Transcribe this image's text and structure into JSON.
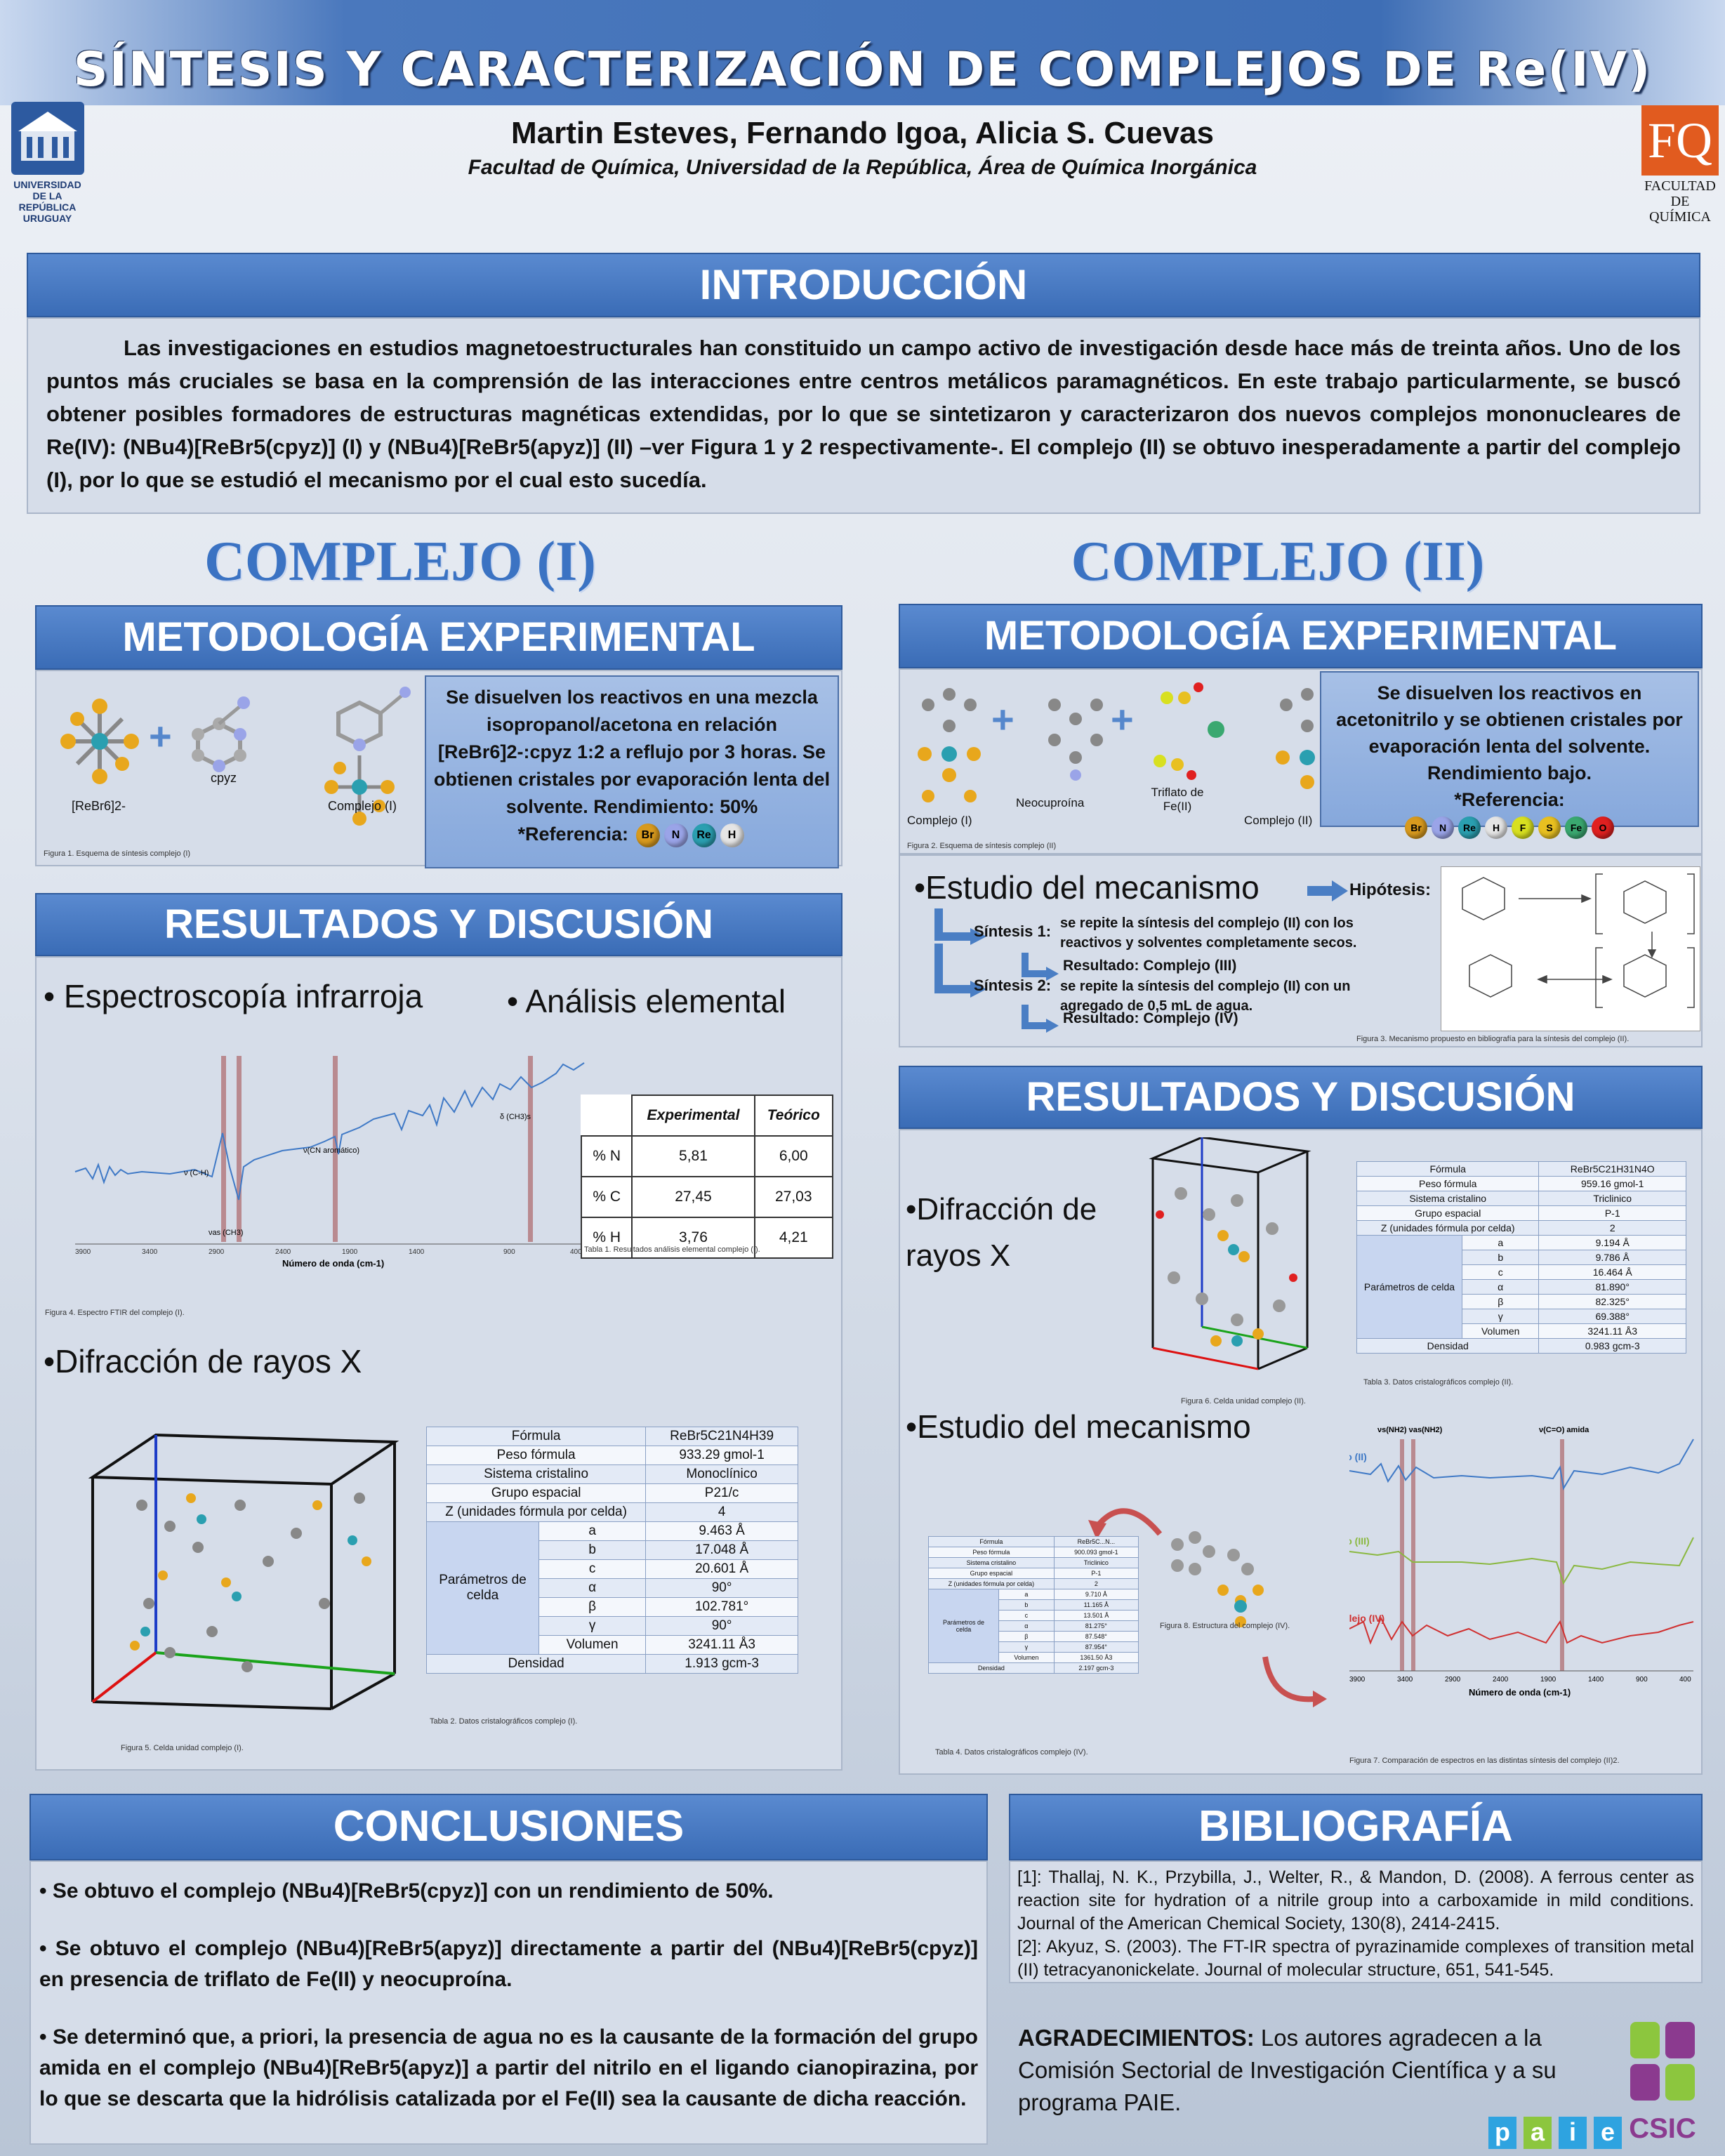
{
  "header": {
    "title": "SÍNTESIS Y CARACTERIZACIÓN DE COMPLEJOS DE Re(IV)",
    "authors": "Martin Esteves, Fernando Igoa, Alicia S. Cuevas",
    "affiliation": "Facultad de Química, Universidad de la República, Área de Química Inorgánica",
    "logo_left": "UNIVERSIDAD DE LA REPÚBLICA URUGUAY",
    "logo_right_mark": "FQ",
    "logo_right": "FACULTAD DE QUÍMICA"
  },
  "intro": {
    "title": "INTRODUCCIÓN",
    "text": "Las investigaciones en estudios magnetoestructurales han constituido un campo activo de investigación desde hace más de treinta años. Uno de los puntos más cruciales se basa en la comprensión de las interacciones entre centros metálicos paramagnéticos. En este trabajo particularmente, se buscó obtener posibles formadores de estructuras magnéticas extendidas, por lo que se sintetizaron y caracterizaron dos nuevos complejos mononucleares de Re(IV): (NBu4)[ReBr5(cpyz)] (I) y (NBu4)[ReBr5(apyz)] (II) –ver Figura 1 y 2 respectivamente-. El complejo (II) se obtuvo inesperadamente a partir del complejo (I), por lo que se estudió el mecanismo por el cual esto sucedía."
  },
  "c1": {
    "heading": "COMPLEJO (I)",
    "met_title": "METODOLOGÍA EXPERIMENTAL",
    "labels": [
      "[ReBr6]2-",
      "cpyz",
      "Complejo (I)"
    ],
    "method": "Se disuelven los reactivos en una mezcla isopropanol/acetona en relación [ReBr6]2-:cpyz 1:2 a reflujo por 3 horas. Se obtienen cristales por evaporación lenta del solvente. Rendimiento: 50%",
    "ref_label": "*Referencia:",
    "fig1": "Figura 1. Esquema de síntesis complejo (I)",
    "res_title": "RESULTADOS Y DISCUSIÓN",
    "ir": "• Espectroscopía infrarroja",
    "ea": "• Análisis elemental",
    "xrd": "•Difracción de rayos X",
    "fig4": "Figura 4. Espectro FTIR del complejo (I).",
    "fig5": "Figura 5. Celda unidad complejo (I).",
    "tab1": "Tabla 1. Resultados análisis elemental complejo (I).",
    "tab2": "Tabla 2. Datos cristalográficos complejo (I).",
    "ir_xlabel": "Número de onda (cm-1)",
    "ir_ticks": [
      "3900",
      "3400",
      "2900",
      "2400",
      "1900",
      "1400",
      "900",
      "400"
    ],
    "ir_ann": [
      "ν (C-H)",
      "νas (CH3)",
      "ν(CN aromático)",
      "δ (CH3)s"
    ]
  },
  "c2": {
    "heading": "COMPLEJO (II)",
    "met_title": "METODOLOGÍA EXPERIMENTAL",
    "labels": [
      "Complejo (I)",
      "Neocuproína",
      "Triflato de Fe(II)",
      "Complejo (II)"
    ],
    "method": "Se disuelven los reactivos en acetonitrilo y se obtienen cristales por evaporación lenta del solvente. Rendimiento bajo.",
    "ref_label": "*Referencia:",
    "fig2": "Figura 2. Esquema de síntesis complejo (II)",
    "mech_title": "•Estudio del mecanismo",
    "hyp": "Hipótesis:",
    "s1": "Síntesis 1:",
    "s1t": "se repite la síntesis del complejo (II) con los reactivos y solventes completamente secos.",
    "r1": "Resultado: Complejo (III)",
    "s2": "Síntesis 2:",
    "s2t": "se repite la síntesis del complejo (II) con un agregado de 0,5 mL de agua.",
    "r2": "Resultado: Complejo (IV)",
    "fig3": "Figura 3. Mecanismo propuesto en bibliografía para la síntesis del complejo (II).",
    "res_title": "RESULTADOS Y DISCUSIÓN",
    "xrd": "•Difracción de rayos X",
    "mech2": "•Estudio del mecanismo",
    "fig6": "Figura 6. Celda unidad complejo (II).",
    "tab3": "Tabla 3. Datos cristalográficos complejo (II).",
    "fig8": "Figura 8. Estructura del complejo (IV).",
    "tab4": "Tabla 4. Datos cristalográficos complejo (IV).",
    "fig7": "Figura 7. Comparación de espectros en las distintas síntesis del complejo (II)2.",
    "spec_labels": [
      "Complejo (II)",
      "Complejo (III)",
      "Complejo (IV)"
    ],
    "spec_ann": [
      "νs(NH2) νas(NH2)",
      "ν(C=O) amida"
    ],
    "ir_xlabel": "Número de onda (cm-1)",
    "ir_ticks": [
      "3900",
      "3400",
      "2900",
      "2400",
      "1900",
      "1400",
      "900",
      "400"
    ]
  },
  "elements1": [
    {
      "s": "Br",
      "c": "#d89a1e"
    },
    {
      "s": "N",
      "c": "#9aa4e8"
    },
    {
      "s": "Re",
      "c": "#2a9fb0"
    },
    {
      "s": "H",
      "c": "#e5e5e5"
    }
  ],
  "elements2": [
    {
      "s": "Br",
      "c": "#d89a1e"
    },
    {
      "s": "N",
      "c": "#9aa4e8"
    },
    {
      "s": "Re",
      "c": "#2a9fb0"
    },
    {
      "s": "H",
      "c": "#e5e5e5"
    },
    {
      "s": "F",
      "c": "#d8e020"
    },
    {
      "s": "S",
      "c": "#e8c020"
    },
    {
      "s": "Fe",
      "c": "#3aa870"
    },
    {
      "s": "O",
      "c": "#e02020"
    }
  ],
  "table1": {
    "headers": [
      "",
      "Experimental",
      "Teórico"
    ],
    "rows": [
      [
        "% N",
        "5,81",
        "6,00"
      ],
      [
        "% C",
        "27,45",
        "27,03"
      ],
      [
        "% H",
        "3,76",
        "4,21"
      ]
    ]
  },
  "table2": {
    "rows": [
      [
        "Fórmula",
        "ReBr5C21N4H39"
      ],
      [
        "Peso fórmula",
        "933.29 gmol-1"
      ],
      [
        "Sistema cristalino",
        "Monoclínico"
      ],
      [
        "Grupo espacial",
        "P21/c"
      ],
      [
        "Z (unidades fórmula por celda)",
        "4"
      ]
    ],
    "cell_label": "Parámetros de celda",
    "cell": [
      [
        "a",
        "9.463 Å"
      ],
      [
        "b",
        "17.048 Å"
      ],
      [
        "c",
        "20.601 Å"
      ],
      [
        "α",
        "90°"
      ],
      [
        "β",
        "102.781°"
      ],
      [
        "γ",
        "90°"
      ],
      [
        "Volumen",
        "3241.11 Å3"
      ]
    ],
    "density": [
      "Densidad",
      "1.913 gcm-3"
    ]
  },
  "table3": {
    "rows": [
      [
        "Fórmula",
        "ReBr5C21H31N4O"
      ],
      [
        "Peso fórmula",
        "959.16 gmol-1"
      ],
      [
        "Sistema cristalino",
        "Triclinico"
      ],
      [
        "Grupo espacial",
        "P-1"
      ],
      [
        "Z (unidades fórmula por celda)",
        "2"
      ]
    ],
    "cell_label": "Parámetros de celda",
    "cell": [
      [
        "a",
        "9.194 Å"
      ],
      [
        "b",
        "9.786 Å"
      ],
      [
        "c",
        "16.464 Å"
      ],
      [
        "α",
        "81.890°"
      ],
      [
        "β",
        "82.325°"
      ],
      [
        "γ",
        "69.388°"
      ],
      [
        "Volumen",
        "3241.11 Å3"
      ]
    ],
    "density": [
      "Densidad",
      "0.983 gcm-3"
    ]
  },
  "table4": {
    "rows": [
      [
        "Fórmula",
        "ReBr5C...N..."
      ],
      [
        "Peso fórmula",
        "900.093 gmol-1"
      ],
      [
        "Sistema cristalino",
        "Triclinico"
      ],
      [
        "Grupo espacial",
        "P-1"
      ],
      [
        "Z (unidades fórmula por celda)",
        "2"
      ]
    ],
    "cell_label": "Parámetros de celda",
    "cell": [
      [
        "a",
        "9.710 Å"
      ],
      [
        "b",
        "11.165 Å"
      ],
      [
        "c",
        "13.501 Å"
      ],
      [
        "α",
        "81.275°"
      ],
      [
        "β",
        "87.548°"
      ],
      [
        "γ",
        "87.954°"
      ],
      [
        "Volumen",
        "1361.50 Å3"
      ]
    ],
    "density": [
      "Densidad",
      "2.197 gcm-3"
    ]
  },
  "conclusions": {
    "title": "CONCLUSIONES",
    "items": [
      "• Se obtuvo el complejo (NBu4)[ReBr5(cpyz)] con un rendimiento de 50%.",
      "• Se obtuvo el complejo (NBu4)[ReBr5(apyz)] directamente a partir del (NBu4)[ReBr5(cpyz)] en presencia de triflato de Fe(II) y neocuproína.",
      "• Se determinó que, a priori, la presencia de agua no es la causante de la formación del grupo amida en el complejo (NBu4)[ReBr5(apyz)] a partir del nitrilo en el ligando cianopirazina, por lo que se descarta que la hidrólisis catalizada por el Fe(II) sea la causante de dicha reacción."
    ]
  },
  "bibliography": {
    "title": "BIBLIOGRAFÍA",
    "refs": [
      "[1]: Thallaj, N. K., Przybilla, J., Welter, R., & Mandon, D. (2008). A ferrous center as reaction site for hydration of a nitrile group into a carboxamide in mild conditions. Journal of the American Chemical Society, 130(8), 2414-2415.",
      "[2]: Akyuz, S. (2003). The FT-IR spectra of pyrazinamide complexes of transition metal (II) tetracyanonickelate. Journal of molecular structure, 651, 541-545."
    ]
  },
  "ack": {
    "label": "AGRADECIMIENTOS:",
    "text": " Los autores agradecen a la Comisión Sectorial de Investigación Científica y a su programa PAIE.",
    "paie": [
      "p",
      "a",
      "i",
      "e"
    ],
    "csic": "CSIC"
  }
}
